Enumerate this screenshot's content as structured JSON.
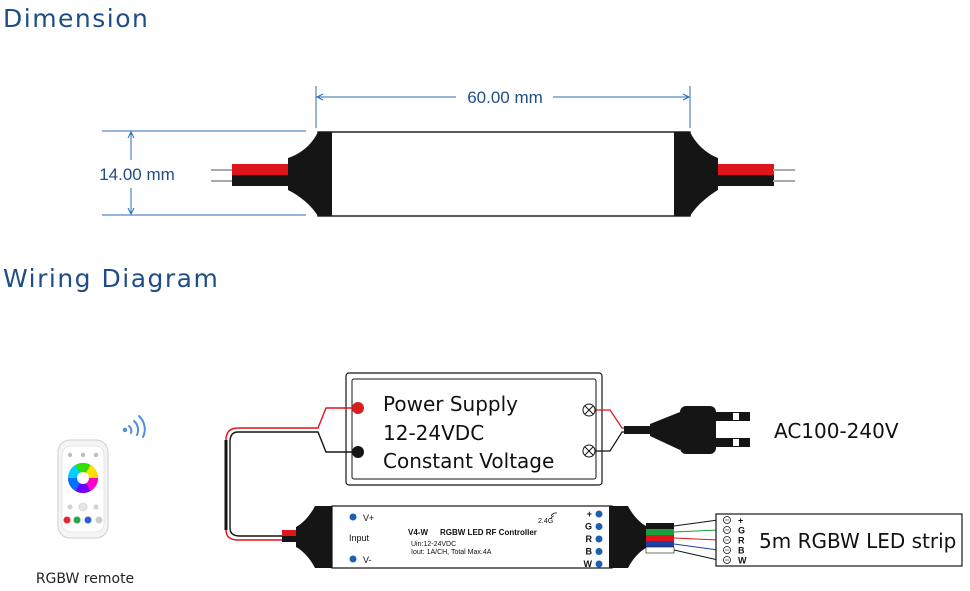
{
  "headings": {
    "dimension": "Dimension",
    "wiring": "Wiring Diagram"
  },
  "dimensions": {
    "length": "60.00 mm",
    "height": "14.00 mm"
  },
  "power_supply": {
    "line1": "Power Supply",
    "line2": "12-24VDC",
    "line3": "Constant Voltage"
  },
  "mains": {
    "label": "AC100-240V"
  },
  "controller": {
    "vplus": "V+",
    "vminus": "V-",
    "input": "Input",
    "model": "V4-W",
    "name": "RGBW LED RF Controller",
    "uin": "Uin:12-24VDC",
    "iout": "Iout: 1A/CH, Total Max.4A",
    "rf": "2.4G",
    "terminals": [
      "+",
      "G",
      "R",
      "B",
      "W"
    ]
  },
  "led_strip": {
    "label": "5m RGBW LED strip",
    "terminals": [
      "+",
      "G",
      "R",
      "B",
      "W"
    ]
  },
  "remote": {
    "label": "RGBW remote"
  },
  "colors": {
    "heading": "#1f4e86",
    "dimension_line": "#2a6db5",
    "red_wire": "#e0141b",
    "green_wire": "#1aa03a",
    "blue_wire": "#1f3fa8",
    "terminal_dot": "#1f5fb0"
  }
}
